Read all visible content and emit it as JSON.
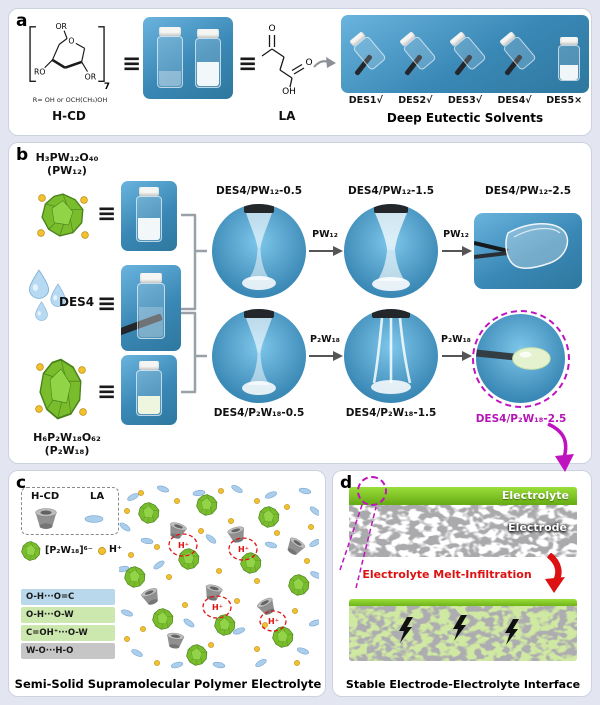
{
  "symbols": {
    "equiv": "≡"
  },
  "colors": {
    "accent_magenta": "#c013c0",
    "accent_red": "#dd1111",
    "pom_green": "#79bd2d",
    "counterion_yellow": "#f2c12e",
    "photo_blue": "#3d86b5",
    "electrolyte_green": "#7cc21e",
    "interaction_row_colors": [
      "#b9d8eb",
      "#cde8ae",
      "#cde8ae",
      "#c6c6c6"
    ]
  },
  "panel_a": {
    "label": "a",
    "hcd_structure": {
      "or_top": "OR",
      "ring_o": "O",
      "ro_bottom": "RO",
      "or_bottom": "OR",
      "repeat_sub": "7",
      "r_note": "R= OH or OCH(CH₃)OH"
    },
    "hcd_name": "H-CD",
    "la_structure": {
      "o_ketone": "O",
      "o_acid": "O",
      "oh_acid": "OH"
    },
    "la_name": "LA",
    "des_vial_labels": [
      "DES1√",
      "DES2√",
      "DES3√",
      "DES4√",
      "DES5×"
    ],
    "caption": "Deep Eutectic Solvents"
  },
  "panel_b": {
    "label": "b",
    "pw12_formula": "H₃PW₁₂O₄₀",
    "pw12_short": "(PW₁₂)",
    "des4_name": "DES4",
    "p2w18_formula": "H₆P₂W₁₈O₆₂",
    "p2w18_short": "(P₂W₁₈)",
    "top_row": {
      "sample_05": "DES4/PW₁₂-0.5",
      "sample_15": "DES4/PW₁₂-1.5",
      "sample_25": "DES4/PW₁₂-2.5",
      "arrow_label": "PW₁₂"
    },
    "bottom_row": {
      "sample_05": "DES4/P₂W₁₈-0.5",
      "sample_15": "DES4/P₂W₁₈-1.5",
      "sample_25": "DES4/P₂W₁₈-2.5",
      "arrow_label": "P₂W₁₈"
    }
  },
  "panel_c": {
    "label": "c",
    "legend_hcd": "H-CD",
    "legend_la": "LA",
    "cluster_label": "[P₂W₁₈]⁶⁻",
    "proton_label": "H⁺",
    "interactions": [
      {
        "text": "O-H···O=C"
      },
      {
        "text": "O-H···O-W"
      },
      {
        "text": "C=OH⁺···O-W"
      },
      {
        "text": "W-O···H-O"
      }
    ],
    "caption": "Semi-Solid Supramolecular Polymer Electrolyte"
  },
  "panel_d": {
    "label": "d",
    "electrolyte_label": "Electrolyte",
    "electrode_label": "Electrode",
    "process_label": "Electrolyte Melt-Infiltration",
    "caption": "Stable Electrode-Electrolyte Interface"
  }
}
